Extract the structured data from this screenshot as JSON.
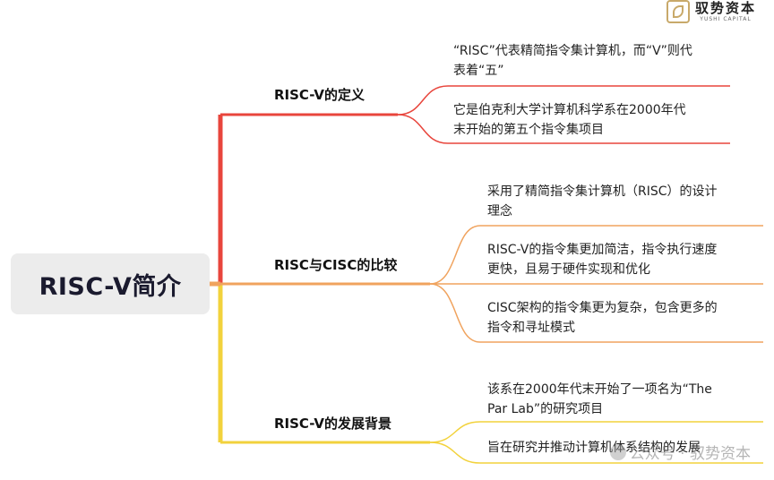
{
  "logo": {
    "cn": "驭势资本",
    "en": "YUSHI CAPITAL"
  },
  "root": {
    "label": "RISC-V简介"
  },
  "branches": [
    {
      "label": "RISC-V的定义",
      "color": "#e8453c",
      "leaves": [
        {
          "line1": "“RISC”代表精简指令集计算机，而“V”则代",
          "line2": "表着“五”"
        },
        {
          "line1": "它是伯克利大学计算机科学系在2000年代",
          "line2": "末开始的第五个指令集项目"
        }
      ]
    },
    {
      "label": "RISC与CISC的比较",
      "color": "#f0a35e",
      "leaves": [
        {
          "line1": "采用了精简指令集计算机（RISC）的设计",
          "line2": "理念"
        },
        {
          "line1": "RISC-V的指令集更加简洁，指令执行速度",
          "line2": "更快，且易于硬件实现和优化"
        },
        {
          "line1": "CISC架构的指令集更为复杂，包含更多的",
          "line2": "指令和寻址模式"
        }
      ]
    },
    {
      "label": "RISC-V的发展背景",
      "color": "#f2d23c",
      "leaves": [
        {
          "line1": "该系在2000年代末开始了一项名为“The",
          "line2": "Par Lab”的研究项目"
        },
        {
          "line1": "旨在研究并推动计算机体系结构的发展",
          "line2": ""
        }
      ]
    }
  ],
  "watermark": {
    "text": "公众号 · 驭势资本"
  }
}
